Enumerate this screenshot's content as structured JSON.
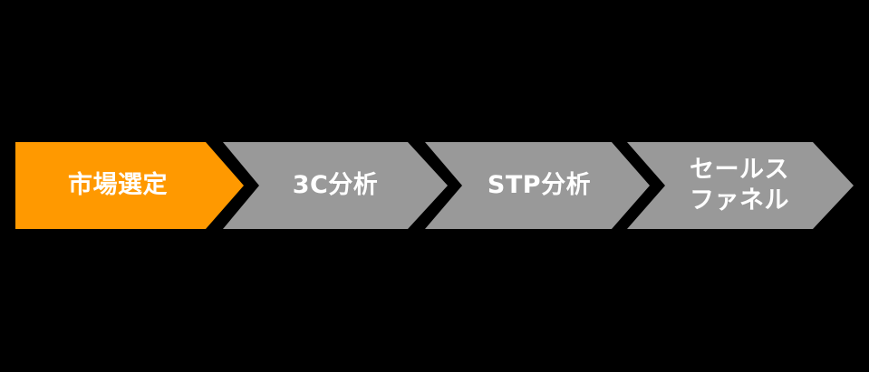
{
  "process": {
    "steps": [
      {
        "label": "市場選定",
        "color": "#FF9900",
        "state": "active"
      },
      {
        "label": "3C分析",
        "color": "#999999",
        "state": "inactive"
      },
      {
        "label": "STP分析",
        "color": "#999999",
        "state": "inactive"
      },
      {
        "label": "セールス\nファネル",
        "color": "#999999",
        "state": "inactive"
      }
    ]
  }
}
